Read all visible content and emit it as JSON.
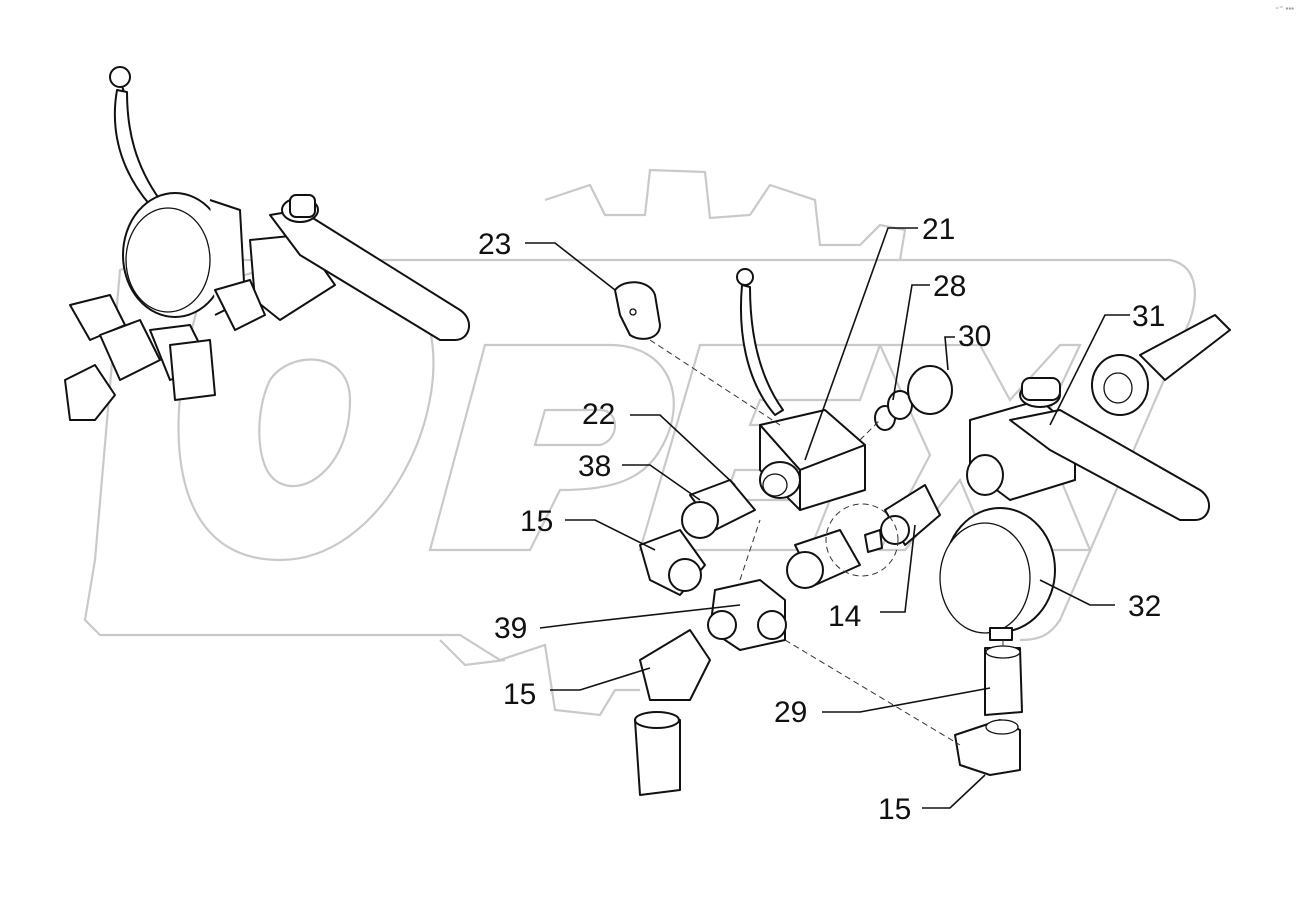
{
  "corner_mark": "⁃⁼ ▪▪▪",
  "callouts": [
    {
      "id": "23",
      "label": "23"
    },
    {
      "id": "21",
      "label": "21"
    },
    {
      "id": "28",
      "label": "28"
    },
    {
      "id": "30",
      "label": "30"
    },
    {
      "id": "31",
      "label": "31"
    },
    {
      "id": "22",
      "label": "22"
    },
    {
      "id": "38",
      "label": "38"
    },
    {
      "id": "15a",
      "label": "15"
    },
    {
      "id": "39",
      "label": "39"
    },
    {
      "id": "14",
      "label": "14"
    },
    {
      "id": "32",
      "label": "32"
    },
    {
      "id": "15b",
      "label": "15"
    },
    {
      "id": "29",
      "label": "29"
    },
    {
      "id": "15c",
      "label": "15"
    }
  ],
  "watermark": {
    "text": "OPEX",
    "color": "#c9c9c9"
  }
}
